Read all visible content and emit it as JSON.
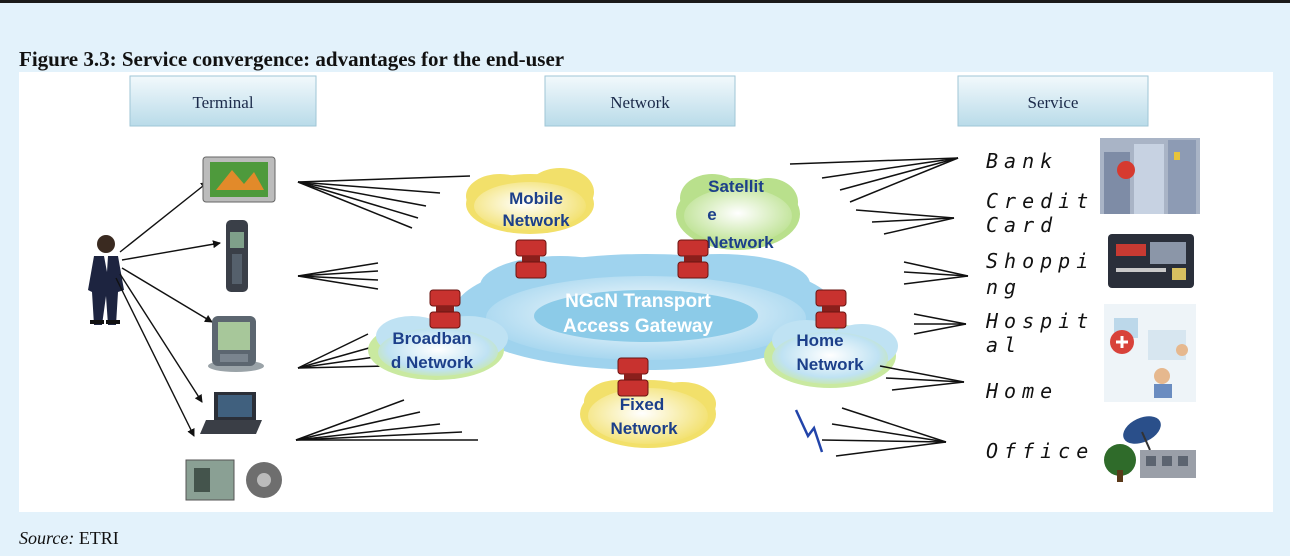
{
  "figure": {
    "title": "Figure 3.3: Service convergence: advantages for the end-user",
    "source_label": "Source:",
    "source_value": "ETRI"
  },
  "headers": {
    "terminal": "Terminal",
    "network": "Network",
    "service": "Service"
  },
  "networks": {
    "mobile_line1": "Mobile",
    "mobile_line2": "Network",
    "satellite_line1": "Satellit",
    "satellite_line2": "e",
    "satellite_line3": "Network",
    "broadband_line1": "Broadban",
    "broadband_line2": "d Network",
    "home_line1": "Home",
    "home_line2": "Network",
    "fixed_line1": "Fixed",
    "fixed_line2": "Network",
    "core_line1": "NGcN Transport",
    "core_line2": "Access Gateway"
  },
  "services": {
    "bank": "Bank",
    "credit_line1": "Credit",
    "credit_line2": "Card",
    "shopping_line1": "Shoppi",
    "shopping_line2": "ng",
    "hospital_line1": "Hospit",
    "hospital_line2": "al",
    "home": "Home",
    "office": "Office"
  },
  "icons": {
    "person": "person-icon",
    "tablet": "tablet-device-icon",
    "phone": "mobile-phone-icon",
    "pda": "pda-icon",
    "laptop": "laptop-icon",
    "appliance": "appliance-icon",
    "gateway": "gateway-router-icon",
    "bank_building": "bank-building-icon",
    "credit_card": "credit-card-icon",
    "hospital": "hospital-icon",
    "satellite_dish": "satellite-dish-icon",
    "wireless": "lightning-icon"
  },
  "colors": {
    "background": "#e3f2fb",
    "cloud_blue": "#a8d8f0",
    "cloud_green": "#cfe9a6",
    "cloud_yellow": "#f5e88a",
    "gateway_red": "#c8322f",
    "header_box": "#d9ecf3",
    "network_text": "#1c3f8a"
  }
}
